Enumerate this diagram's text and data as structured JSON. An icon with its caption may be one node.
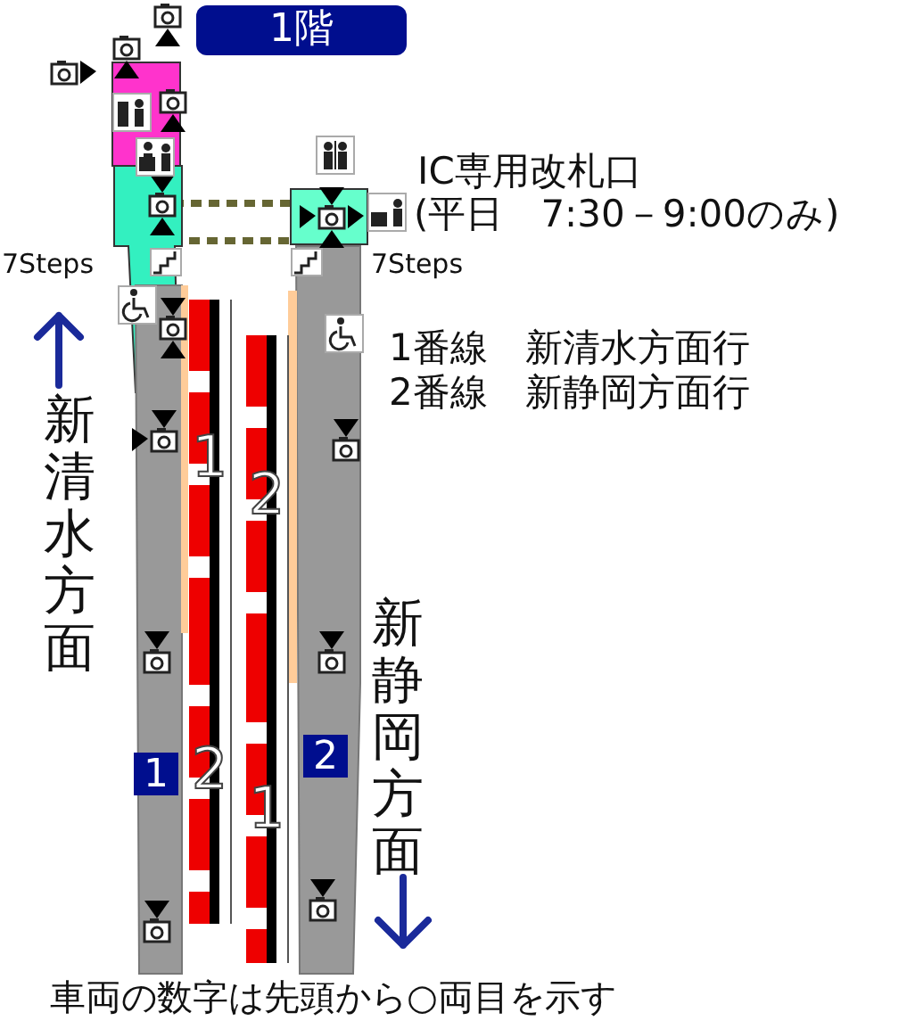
{
  "diagram": {
    "title": "1階",
    "nodes": [
      {
        "text": [
          "1"
        ]
      },
      {
        "text": [
          "2"
        ]
      },
      {
        "text": [
          "2"
        ]
      },
      {
        "text": [
          "1"
        ]
      },
      {
        "text": [
          "1"
        ]
      },
      {
        "text": [
          "2"
        ]
      }
    ],
    "labels": [
      "IC専用改札口",
      "(平日　7:30－9:00のみ)",
      "7Steps",
      "7Steps",
      "1番線　新清水方面行",
      "2番線　新静岡方面行",
      "新清水方面",
      "新静岡方面"
    ],
    "caption": "車両の数字は先頭から○両目を示す"
  }
}
